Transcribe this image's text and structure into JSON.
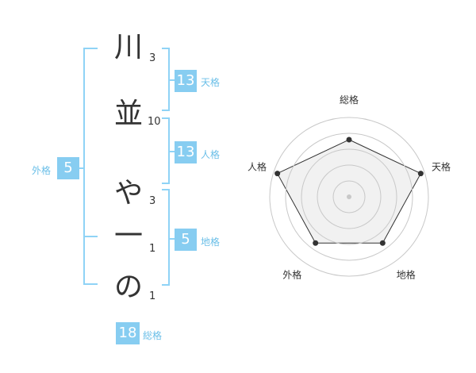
{
  "name": {
    "chars": [
      {
        "char": "川",
        "strokes": "3"
      },
      {
        "char": "並",
        "strokes": "10"
      },
      {
        "char": "や",
        "strokes": "3"
      },
      {
        "char": "一",
        "strokes": "1"
      },
      {
        "char": "の",
        "strokes": "1"
      }
    ]
  },
  "fortunes": {
    "tenkaku": {
      "value": "13",
      "label": "天格"
    },
    "jinkaku": {
      "value": "13",
      "label": "人格"
    },
    "chikaku": {
      "value": "5",
      "label": "地格"
    },
    "gaikaku": {
      "value": "5",
      "label": "外格"
    },
    "soukaku": {
      "value": "18",
      "label": "総格"
    }
  },
  "chart_data": {
    "type": "radar",
    "axes": [
      "総格",
      "天格",
      "地格",
      "外格",
      "人格"
    ],
    "values": [
      0.72,
      0.95,
      0.72,
      0.72,
      0.95
    ],
    "ring_count": 5,
    "colors": {
      "fill": "#efefef",
      "line": "#333333",
      "grid": "#c8c8c8"
    }
  }
}
